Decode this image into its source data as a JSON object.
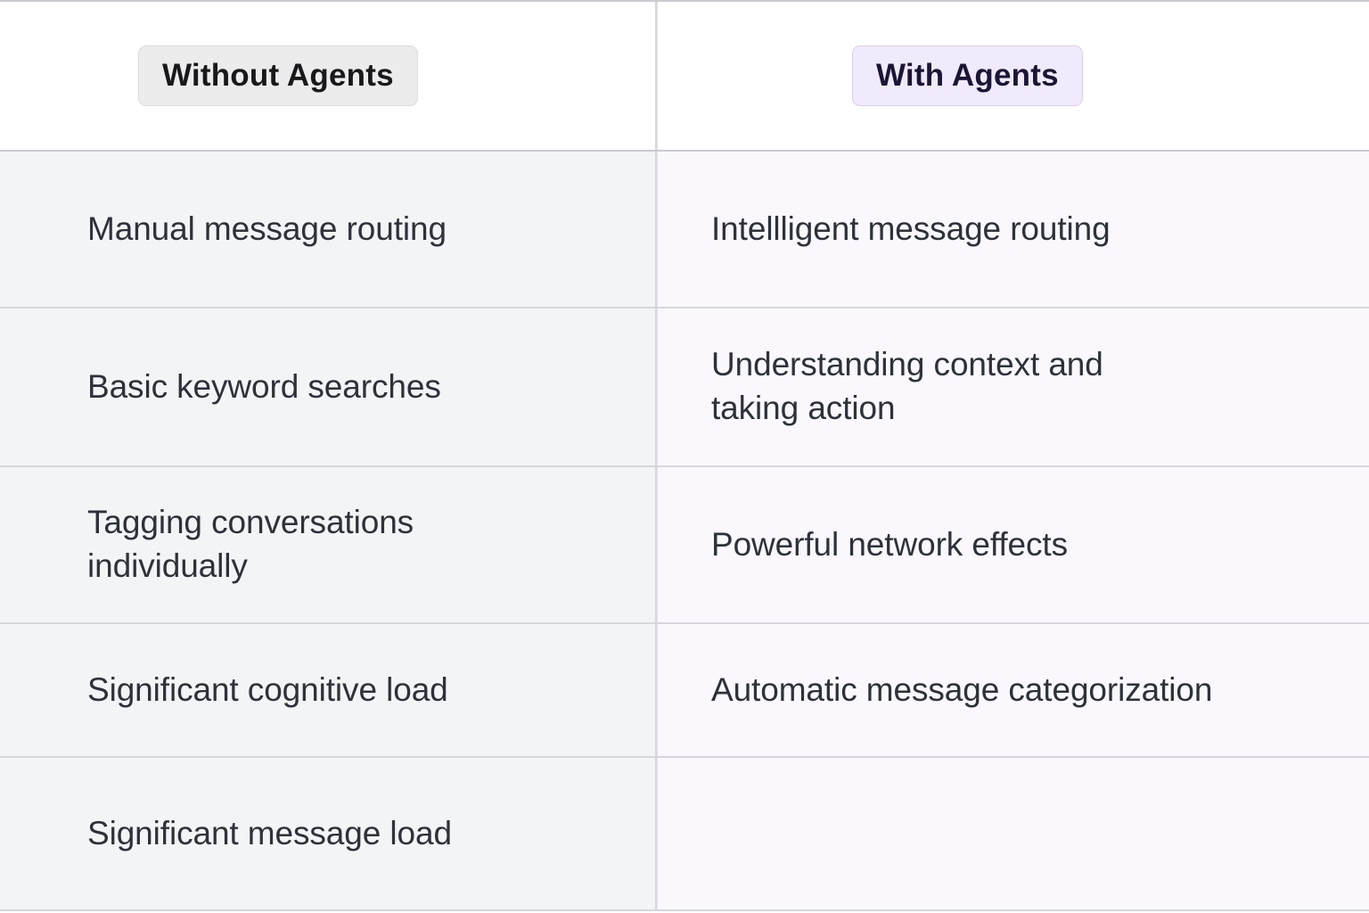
{
  "header": {
    "left_label": "Without Agents",
    "right_label": "With Agents",
    "left_badge_bg": "#ececed",
    "left_badge_border": "#dcdcde",
    "left_badge_text_color": "#19191c",
    "right_badge_bg": "#f1eafc",
    "right_badge_border": "#d9cdf2",
    "right_badge_text_color": "#1d1535"
  },
  "colors": {
    "page_background": "#ffffff",
    "left_column_bg": "#f3f4f6",
    "right_column_bg": "#faf8fd",
    "row_border": "#d5d7dc",
    "body_text": "#2d3239"
  },
  "rows": [
    {
      "left": "Manual message routing",
      "right": "Intellligent message routing"
    },
    {
      "left": "Basic keyword searches",
      "right": "Understanding context and\ntaking action"
    },
    {
      "left": "Tagging conversations\nindividually",
      "right": "Powerful network effects"
    },
    {
      "left": "Significant cognitive load",
      "right": "Automatic message categorization"
    },
    {
      "left": "Significant message load",
      "right": ""
    }
  ]
}
